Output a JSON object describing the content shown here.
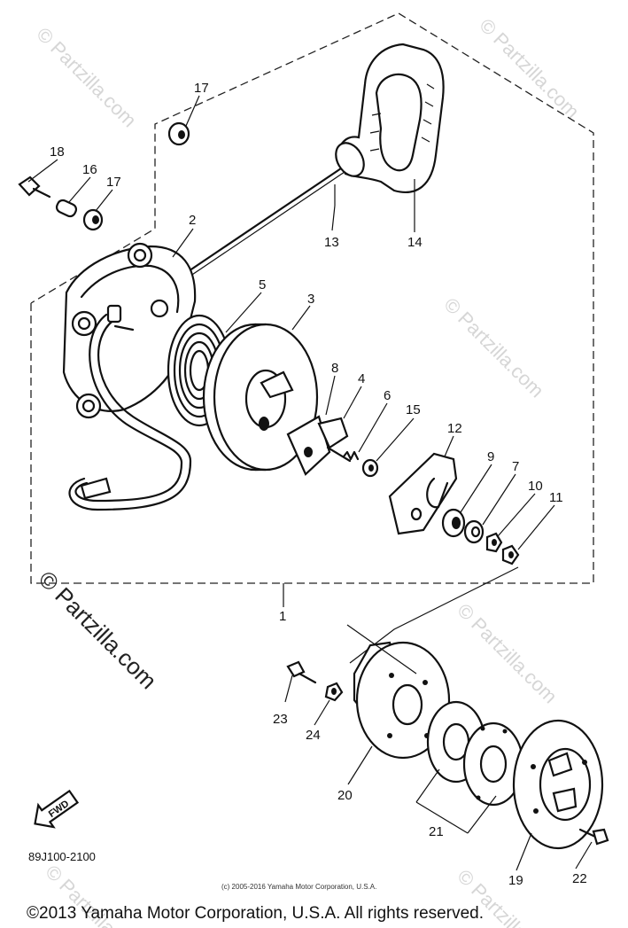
{
  "diagram": {
    "drawing_code": "89J100-2100",
    "fwd_badge": "FWD",
    "small_copyright": "(c) 2005-2016 Yamaha Motor Corporation, U.S.A.",
    "footer_copyright": "©2013 Yamaha Motor Corporation, U.S.A. All rights reserved.",
    "watermark_large": "© Partzilla.com",
    "watermark_faint": "© Partzilla.com",
    "callouts": {
      "c1": "1",
      "c2": "2",
      "c3": "3",
      "c4": "4",
      "c5": "5",
      "c6": "6",
      "c7": "7",
      "c8": "8",
      "c9": "9",
      "c10": "10",
      "c11": "11",
      "c12": "12",
      "c13": "13",
      "c14": "14",
      "c15": "15",
      "c16": "16",
      "c17a": "17",
      "c17b": "17",
      "c18": "18",
      "c19": "19",
      "c20": "20",
      "c21": "21",
      "c22": "22",
      "c23": "23",
      "c24": "24"
    }
  }
}
